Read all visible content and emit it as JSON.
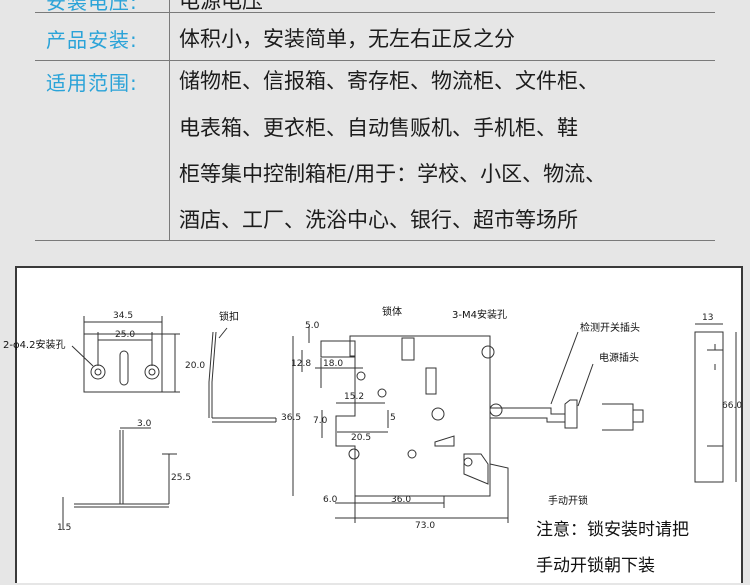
{
  "table": {
    "row0": {
      "label": "安装电压:",
      "value": "电源电压"
    },
    "row1": {
      "label": "产品安装:",
      "value": "体积小，安装简单，无左右正反之分"
    },
    "row2": {
      "label": "适用范围:",
      "lines": [
        "储物柜、信报箱、寄存柜、物流柜、文件柜、",
        "电表箱、更衣柜、自动售贩机、手机柜、鞋",
        "柜等集中控制箱柜/用于：学校、小区、物流、",
        "酒店、工厂、洗浴中心、银行、超市等场所"
      ]
    }
  },
  "drawing": {
    "callouts": {
      "holes": "2-φ4.2安装孔",
      "latch": "锁扣",
      "body": "锁体",
      "mount_holes": "3-M4安装孔",
      "sensor_plug": "检测开关插头",
      "power_plug": "电源插头",
      "manual_lock": "手动开锁"
    },
    "dims": {
      "d34_5": "34.5",
      "d25_0": "25.0",
      "d20_0": "20.0",
      "d3_0": "3.0",
      "d25_5": "25.5",
      "d1_5": "1.5",
      "d5_0": "5.0",
      "d12_8": "12.8",
      "d18_0": "18.0",
      "d15_2": "15.2",
      "d36_5": "36.5",
      "d7_0": "7.0",
      "d5": "5",
      "d20_5": "20.5",
      "d6_0": "6.0",
      "d36_0": "36.0",
      "d73_0": "73.0",
      "d13": "13",
      "d66_0": "66.0"
    },
    "note": {
      "line1": "注意：锁安装时请把",
      "line2": "手动开锁朝下装"
    }
  }
}
